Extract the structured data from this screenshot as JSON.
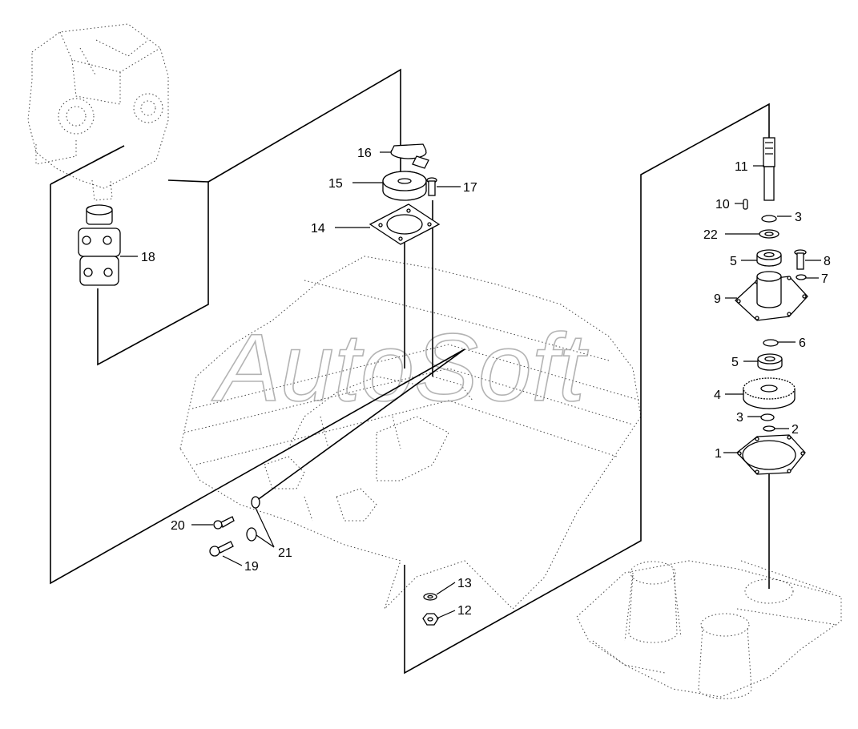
{
  "watermark": "AutoSoft",
  "callouts": {
    "c1": "1",
    "c2": "2",
    "c3a": "3",
    "c3b": "3",
    "c4": "4",
    "c5a": "5",
    "c5b": "5",
    "c6": "6",
    "c7": "7",
    "c8": "8",
    "c9": "9",
    "c10": "10",
    "c11": "11",
    "c12": "12",
    "c13": "13",
    "c14": "14",
    "c15": "15",
    "c16": "16",
    "c17": "17",
    "c18": "18",
    "c19": "19",
    "c20": "20",
    "c21": "21",
    "c22": "22"
  },
  "colors": {
    "line": "#000000",
    "watermark": "#9a9a9a",
    "part_shade": "#d8d8d8"
  }
}
